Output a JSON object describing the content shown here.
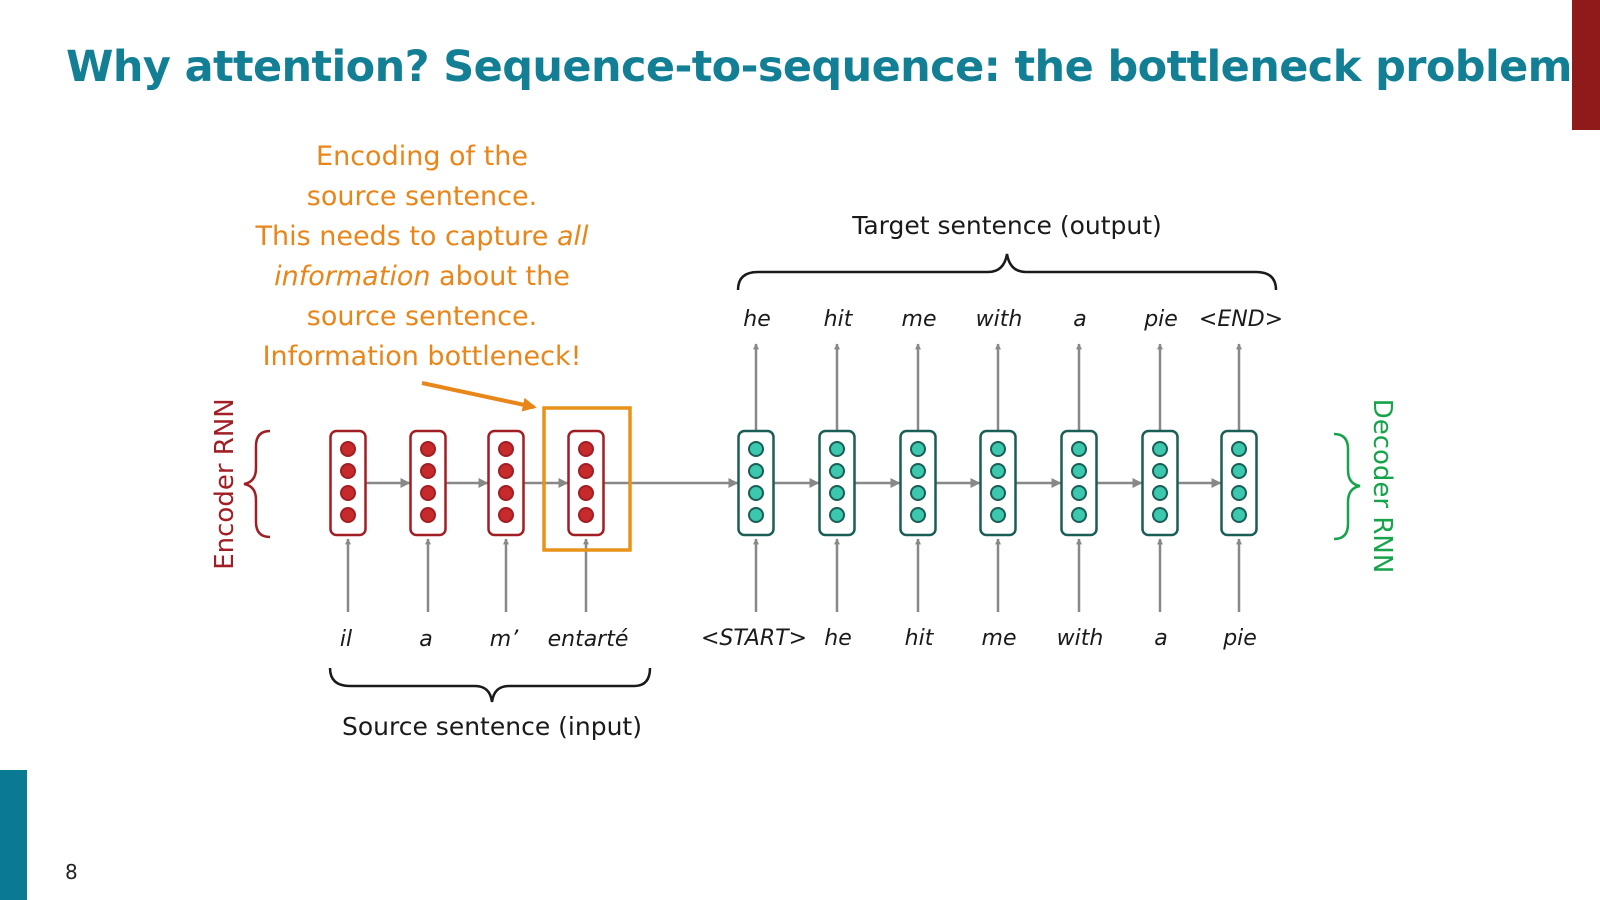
{
  "slide": {
    "title": "Why attention? Sequence-to-sequence: the bottleneck problem",
    "page_number": "8"
  },
  "callout": {
    "lines": [
      [
        {
          "text": "Encoding of the"
        }
      ],
      [
        {
          "text": "source sentence."
        }
      ],
      [
        {
          "text": "This needs to capture "
        },
        {
          "text": "all",
          "italic": true
        }
      ],
      [
        {
          "text": "information",
          "italic": true
        },
        {
          "text": " about the"
        }
      ],
      [
        {
          "text": "source sentence."
        }
      ],
      [
        {
          "text": "Information bottleneck!"
        }
      ]
    ]
  },
  "encoder": {
    "label": "Encoder RNN",
    "color": "#a11f24",
    "fill": "#c62a2a",
    "inputs": [
      "il",
      "a",
      "m’",
      "entarté"
    ]
  },
  "decoder": {
    "label": "Decoder RNN",
    "color": "#1b5e55",
    "fill": "#3cc8ae",
    "label_color": "#16a34a",
    "inputs": [
      "<START>",
      "he",
      "hit",
      "me",
      "with",
      "a",
      "pie"
    ],
    "outputs": [
      "he",
      "hit",
      "me",
      "with",
      "a",
      "pie",
      "<END>"
    ]
  },
  "source_label": "Source sentence (input)",
  "target_label": "Target sentence (output)",
  "colors": {
    "title": "#137f95",
    "callout": "#e8861a",
    "highlight_box": "#e8921a",
    "arrow": "#888888"
  }
}
